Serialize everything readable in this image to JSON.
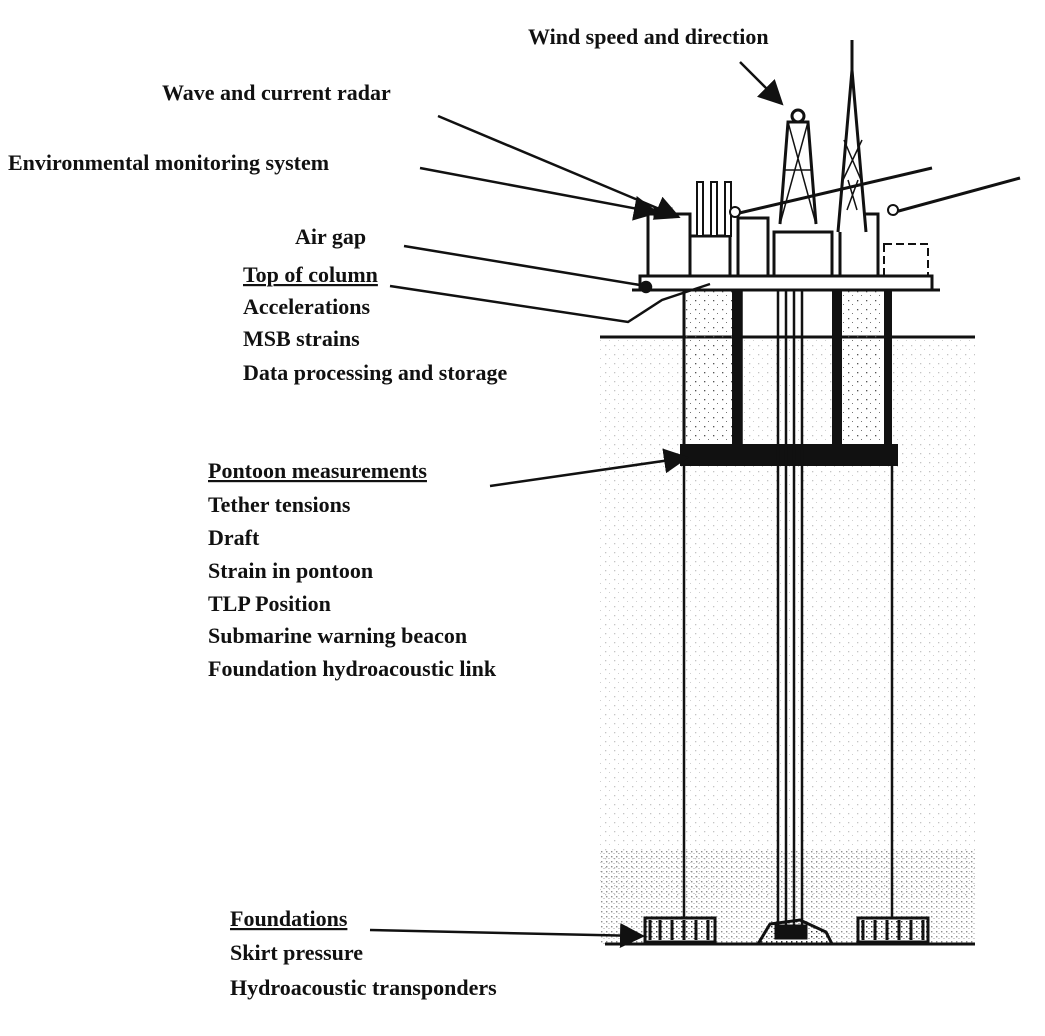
{
  "labels": {
    "wind": "Wind speed and direction",
    "radar": "Wave and current radar",
    "env": "Environmental monitoring system",
    "airgap": "Air gap",
    "top_heading": "Top of column",
    "top_items": [
      "Accelerations",
      "MSB strains",
      "Data processing and storage"
    ],
    "pontoon_heading": "Pontoon measurements",
    "pontoon_items": [
      "Tether tensions",
      "Draft",
      "Strain in pontoon",
      "TLP Position",
      "Submarine warning beacon",
      "Foundation hydroacoustic link"
    ],
    "found_heading": "Foundations",
    "found_items": [
      "Skirt pressure",
      "Hydroacoustic transponders"
    ]
  }
}
